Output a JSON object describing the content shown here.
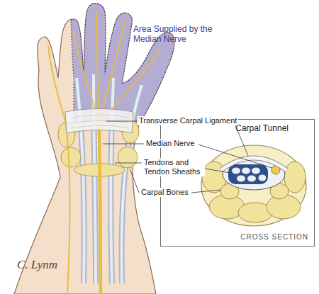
{
  "diagram": {
    "nodes": [
      {
        "text": [
          "Carpal Tunnel",
          "CROSS SECTION"
        ]
      }
    ],
    "labels": [
      "Area Supplied by the Median Nerve",
      "Transverse Carpal Ligament",
      "Median Nerve",
      "Tendons and Tendon Sheaths",
      "Carpal Bones",
      "C. Lynm"
    ]
  }
}
